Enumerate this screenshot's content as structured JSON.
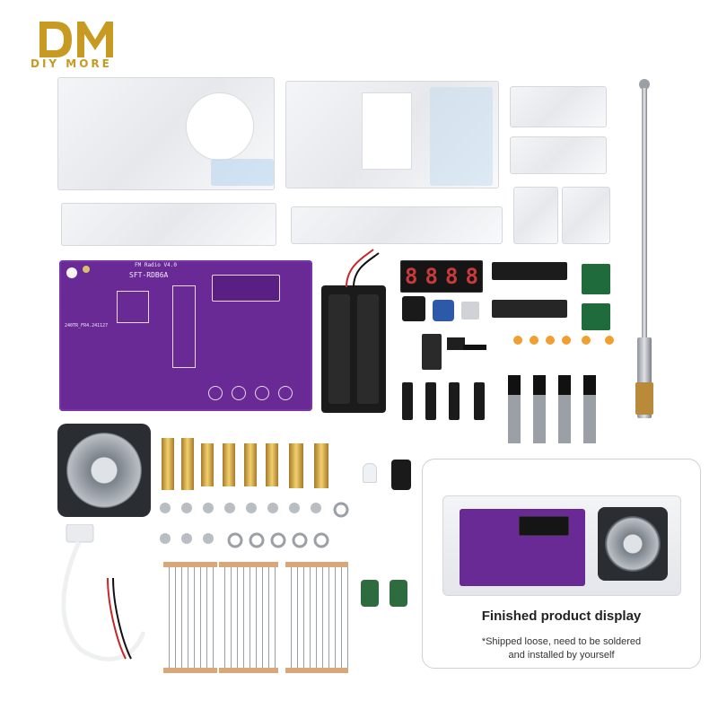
{
  "brand": {
    "logo_letters": "DM",
    "name": "DIY MORE",
    "gold": "#c79a21"
  },
  "pcb": {
    "title": "FM Radio V4.0",
    "model": "SFT-RDB6A",
    "serial": "240TR_FR4.241127",
    "color": "#6a2a95"
  },
  "display": {
    "segments": [
      "8",
      "8",
      "8",
      "8"
    ]
  },
  "panel": {
    "title": "Finished product display",
    "note_line1": "*Shipped loose, need to be soldered",
    "note_line2": "and installed by yourself"
  }
}
